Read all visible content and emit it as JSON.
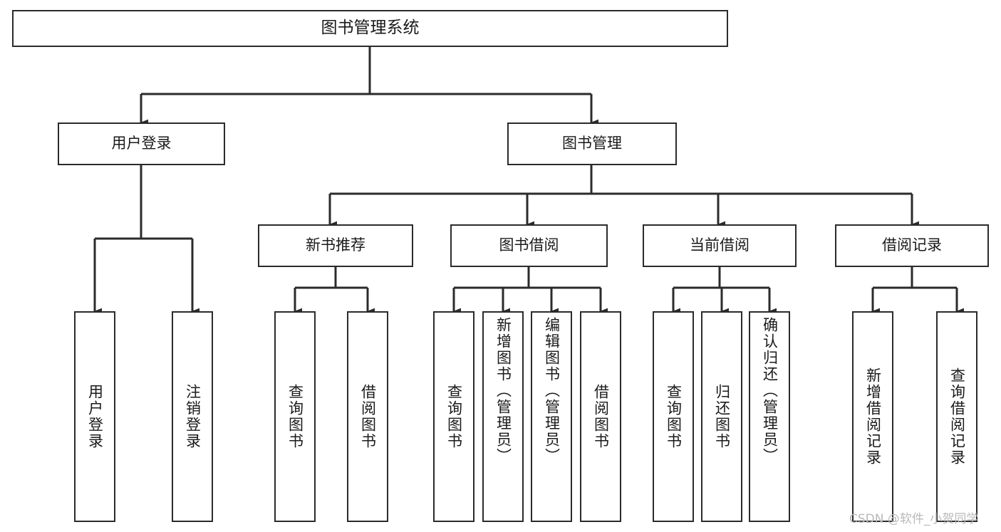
{
  "diagram": {
    "type": "tree",
    "title": "图书管理系统",
    "orientation": "top-down",
    "colors": {
      "node_border": "#2b2b2b",
      "node_fill": "#ffffff",
      "edge": "#2b2b2b",
      "text": "#1a1a1a",
      "background": "#ffffff",
      "watermark": "#b9b9b9"
    }
  },
  "root": {
    "label": "图书管理系统"
  },
  "level2": [
    {
      "label": "用户登录"
    },
    {
      "label": "图书管理"
    }
  ],
  "level3": [
    {
      "label": "新书推荐"
    },
    {
      "label": "图书借阅"
    },
    {
      "label": "当前借阅"
    },
    {
      "label": "借阅记录"
    }
  ],
  "leaves": {
    "user_login": [
      {
        "label": "用户登录"
      },
      {
        "label": "注销登录"
      }
    ],
    "new_book": [
      {
        "label": "查询图书"
      },
      {
        "label": "借阅图书"
      }
    ],
    "borrow_book": [
      {
        "label": "查询图书"
      },
      {
        "label": "新增图书（管理员）"
      },
      {
        "label": "编辑图书（管理员）"
      },
      {
        "label": "借阅图书"
      }
    ],
    "current_borrow": [
      {
        "label": "查询图书"
      },
      {
        "label": "归还图书"
      },
      {
        "label": "确认归还（管理员）"
      }
    ],
    "borrow_record": [
      {
        "label": "新增借阅记录"
      },
      {
        "label": "查询借阅记录"
      }
    ]
  },
  "watermark": {
    "text": "CSDN @软件_小贺同学"
  }
}
